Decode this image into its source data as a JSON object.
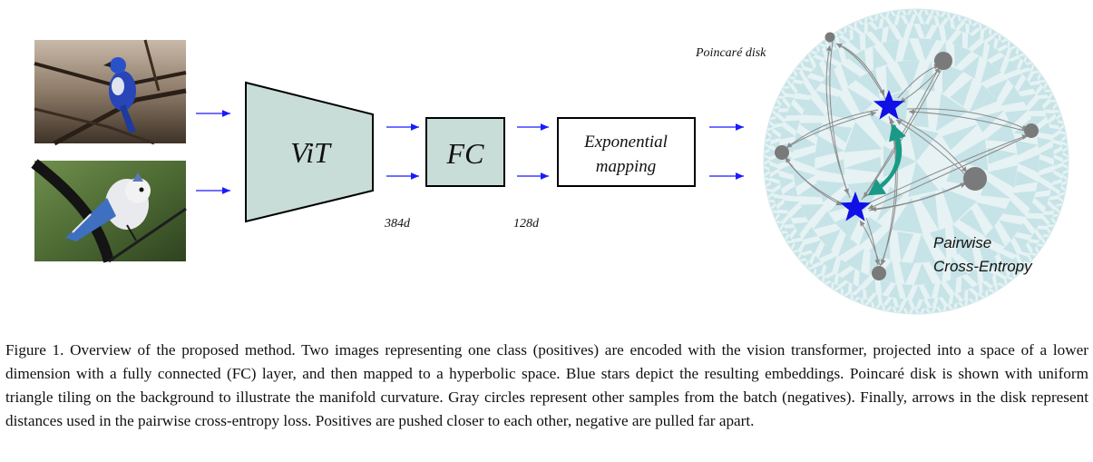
{
  "blocks": {
    "vit": "ViT",
    "fc": "FC",
    "exp_line1": "Exponential",
    "exp_line2": "mapping"
  },
  "dims": {
    "after_vit": "384d",
    "after_fc": "128d"
  },
  "disk": {
    "title": "Poincaré disk",
    "loss_line1": "Pairwise",
    "loss_line2": "Cross-Entropy"
  },
  "images": [
    {
      "name": "blue-jay-photo-1"
    },
    {
      "name": "blue-jay-photo-2"
    }
  ],
  "colors": {
    "block_fill": "#c8dcd8",
    "star": "#1010e6",
    "positive_arrow": "#1a9a86",
    "negative_circle": "#7a7a7a",
    "disk_base": "#e6f2f3",
    "tile": "#bfe0e4",
    "flow_arrow": "#1a1aff"
  },
  "caption": "Figure 1. Overview of the proposed method. Two images representing one class (positives) are encoded with the vision transformer, projected into a space of a lower dimension with a fully connected (FC) layer, and then mapped to a hyperbolic space. Blue stars depict the resulting embeddings. Poincaré disk is shown with uniform triangle tiling on the background to illustrate the manifold curvature. Gray circles represent other samples from the batch (negatives). Finally, arrows in the disk represent distances used in the pairwise cross-entropy loss. Positives are pushed closer to each other, negative are pulled far apart."
}
